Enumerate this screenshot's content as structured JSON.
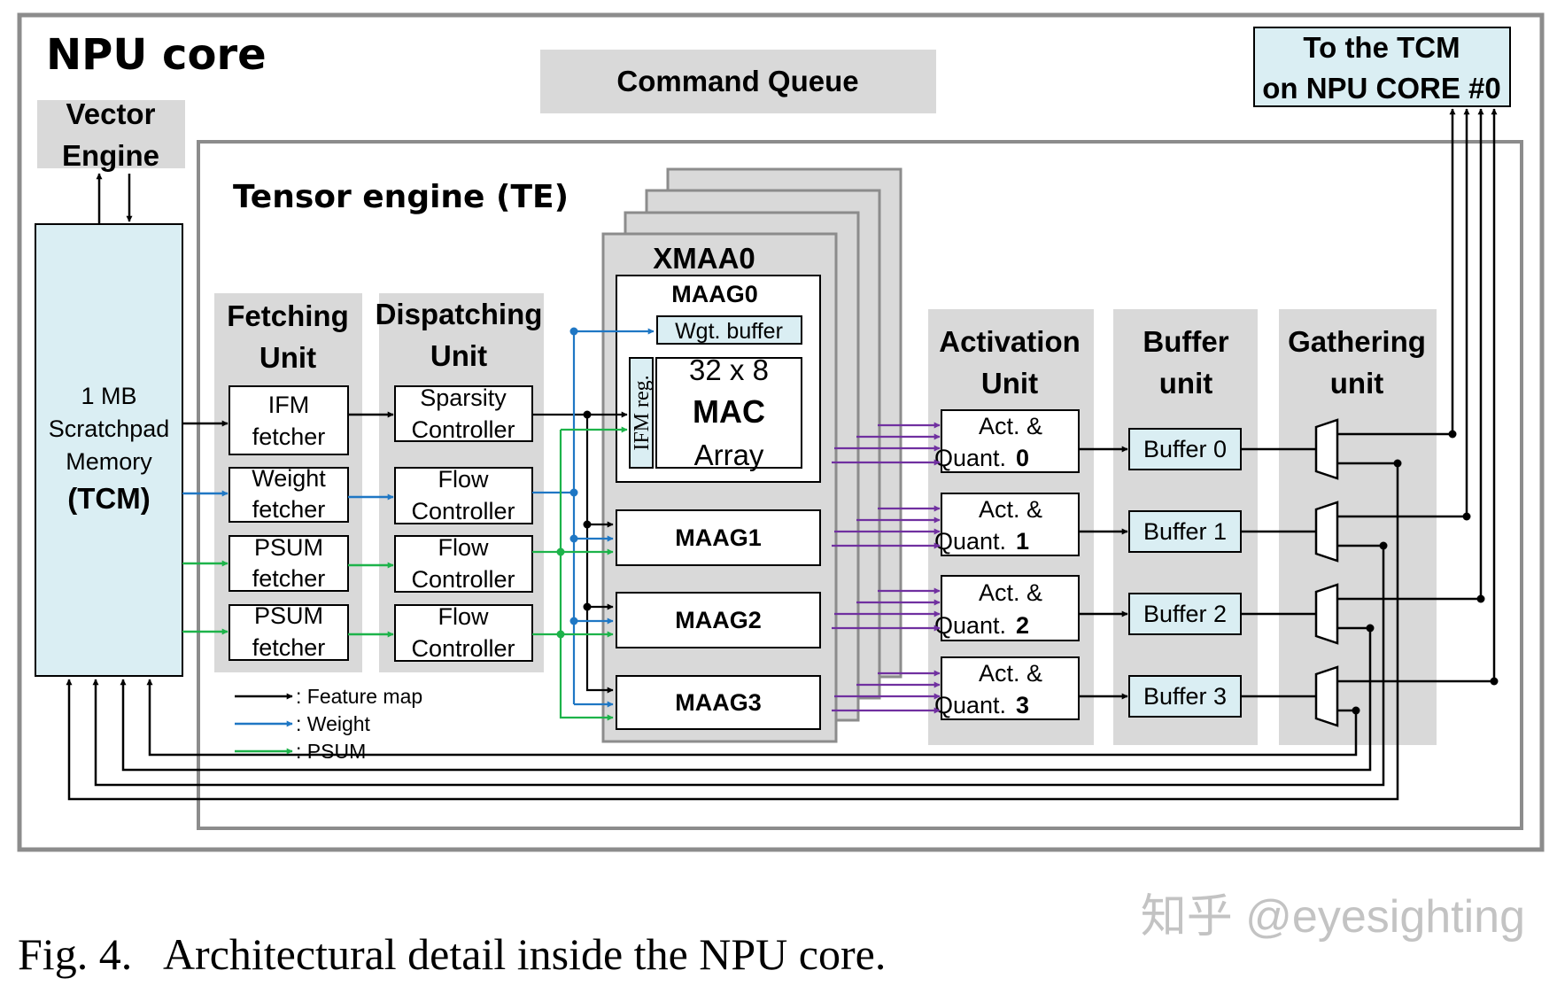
{
  "core_title": "NPU core",
  "command_queue": "Command Queue",
  "tcm_link": {
    "line1": "To the TCM",
    "line2": "on NPU CORE #0"
  },
  "vector_engine": {
    "line1": "Vector",
    "line2": "Engine"
  },
  "scratchpad": {
    "line1": "1 MB",
    "line2": "Scratchpad",
    "line3": "Memory",
    "line4": "(TCM)"
  },
  "tensor_engine_title": "Tensor engine (TE)",
  "fetching_unit": {
    "title1": "Fetching",
    "title2": "Unit",
    "blocks": [
      {
        "line1": "IFM",
        "line2": "fetcher"
      },
      {
        "line1": "Weight",
        "line2": "fetcher"
      },
      {
        "line1": "PSUM",
        "line2": "fetcher"
      },
      {
        "line1": "PSUM",
        "line2": "fetcher"
      }
    ]
  },
  "dispatching_unit": {
    "title1": "Dispatching",
    "title2": "Unit",
    "blocks": [
      {
        "line1": "Sparsity",
        "line2": "Controller"
      },
      {
        "line1": "Flow",
        "line2": "Controller"
      },
      {
        "line1": "Flow",
        "line2": "Controller"
      },
      {
        "line1": "Flow",
        "line2": "Controller"
      }
    ]
  },
  "xmaa": {
    "title": "XMAA0",
    "maag0": "MAAG0",
    "wgt_buffer": "Wgt. buffer",
    "ifm_reg": "IFM reg.",
    "mac": {
      "line1": "32 x 8",
      "line2": "MAC",
      "line3": "Array"
    },
    "maags": [
      "MAAG1",
      "MAAG2",
      "MAAG3"
    ]
  },
  "activation_unit": {
    "title1": "Activation",
    "title2": "Unit",
    "blocks": [
      {
        "line1": "Act. &",
        "line2": "Quant.",
        "index": "0"
      },
      {
        "line1": "Act. &",
        "line2": "Quant.",
        "index": "1"
      },
      {
        "line1": "Act. &",
        "line2": "Quant.",
        "index": "2"
      },
      {
        "line1": "Act. &",
        "line2": "Quant.",
        "index": "3"
      }
    ]
  },
  "buffer_unit": {
    "title1": "Buffer",
    "title2": "unit",
    "blocks": [
      "Buffer 0",
      "Buffer 1",
      "Buffer 2",
      "Buffer 3"
    ]
  },
  "gathering_unit": {
    "title1": "Gathering",
    "title2": "unit"
  },
  "legend": [
    {
      "label": ": Feature map",
      "color": "#000000"
    },
    {
      "label": ": Weight",
      "color": "#1f77c4"
    },
    {
      "label": ": PSUM",
      "color": "#1db34a"
    }
  ],
  "colors": {
    "frame": "#8c8c8c",
    "unit_bg": "#d9d9d9",
    "memory_fill": "#daeef3",
    "feature": "#000000",
    "weight": "#1f77c4",
    "psum": "#1db34a",
    "output": "#7030a0"
  },
  "caption": "Fig. 4.   Architectural detail inside the NPU core.",
  "watermark": "知乎 @eyesighting"
}
